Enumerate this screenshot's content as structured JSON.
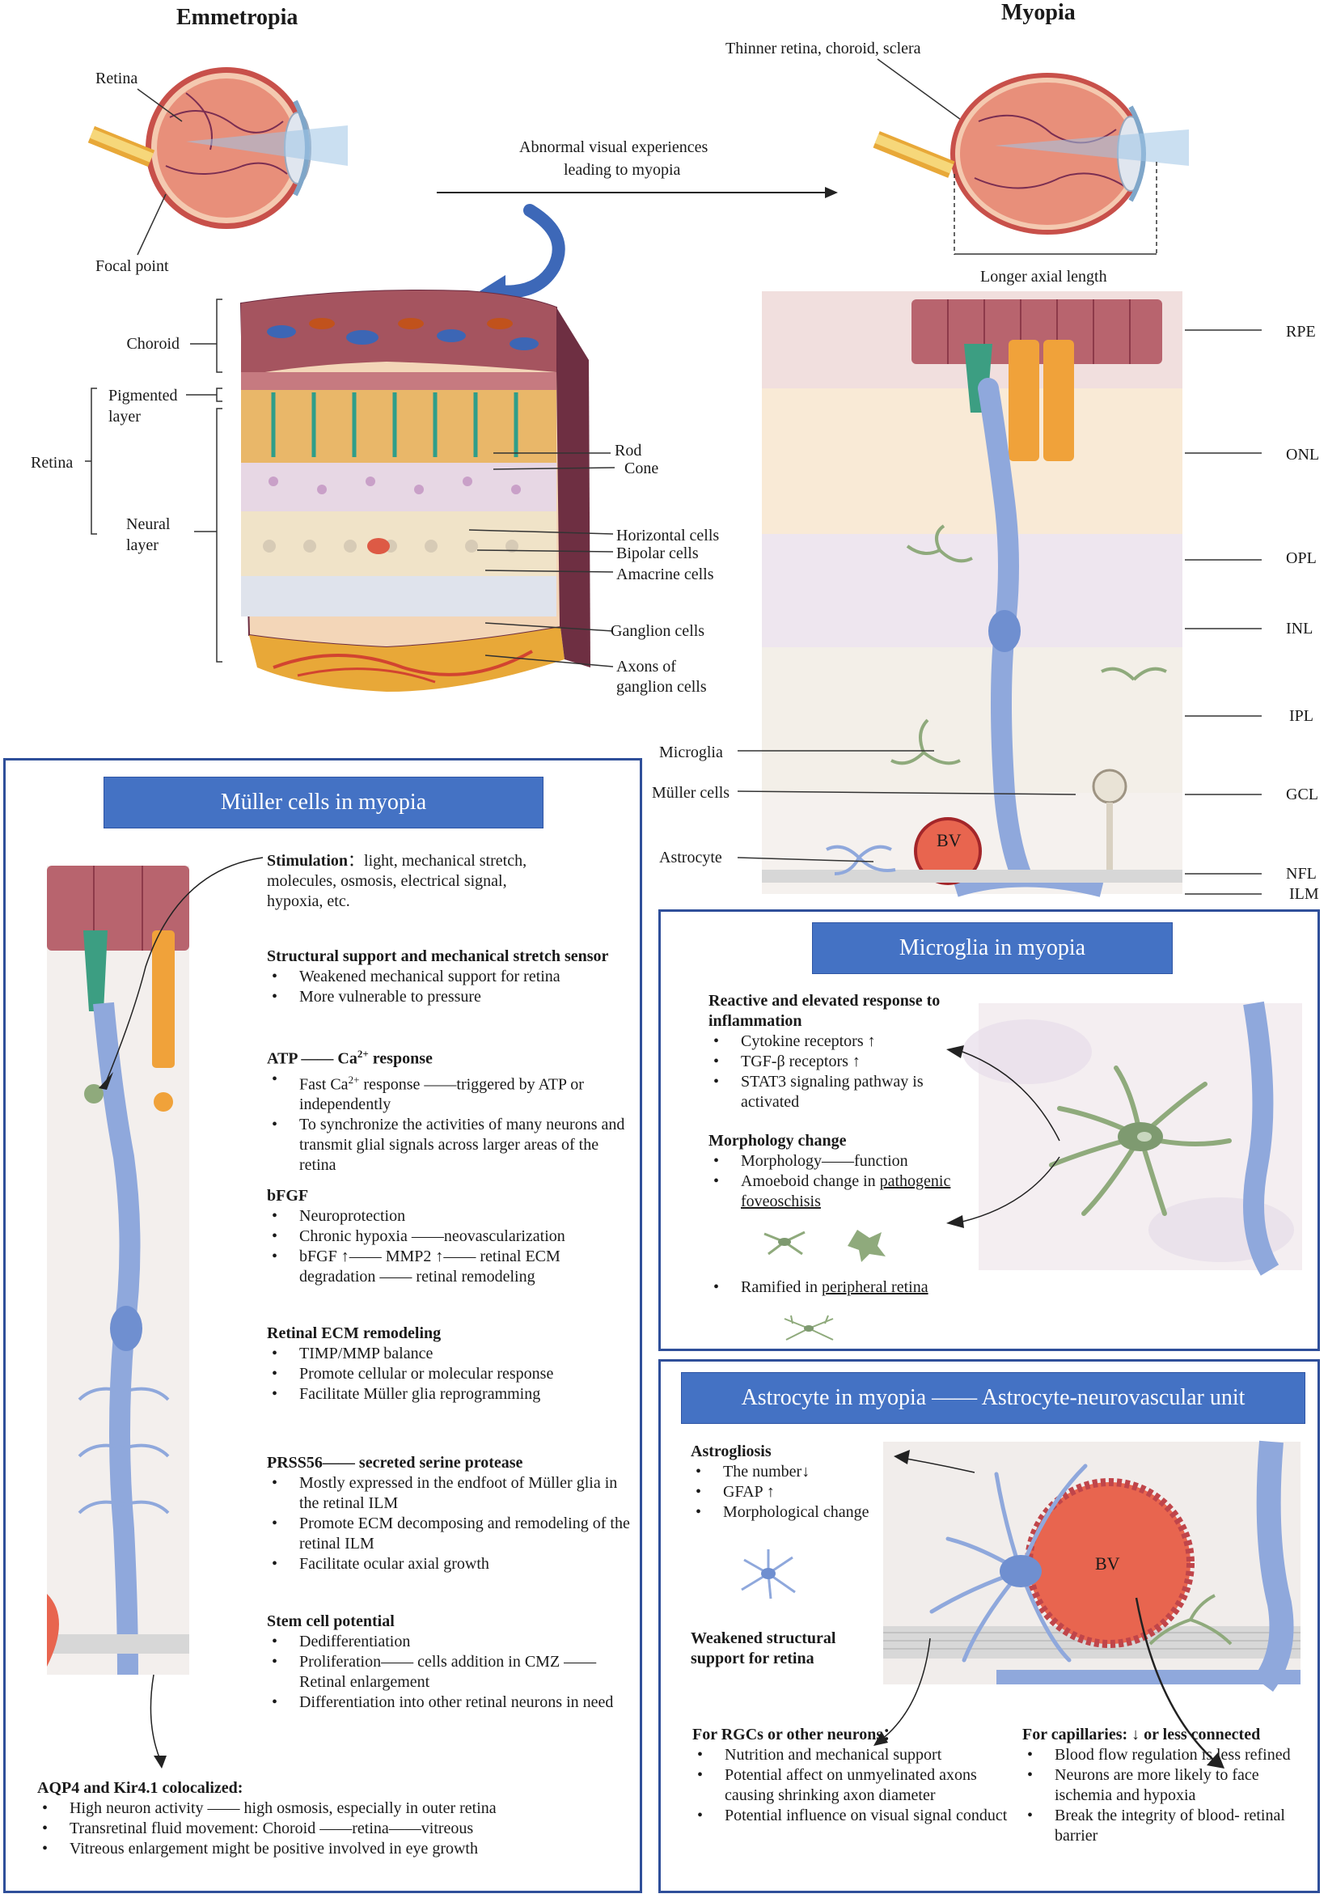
{
  "top": {
    "emmetropia_title": "Emmetropia",
    "myopia_title": "Myopia",
    "retina_label": "Retina",
    "focal_point_label": "Focal point",
    "arrow_caption_line1": "Abnormal visual experiences",
    "arrow_caption_line2": "leading to myopia",
    "thinner_label": "Thinner retina, choroid, sclera",
    "axial_label": "Longer axial length"
  },
  "retina_section": {
    "choroid": "Choroid",
    "pigmented_line1": "Pigmented",
    "pigmented_line2": "layer",
    "retina": "Retina",
    "neural_line1": "Neural",
    "neural_line2": "layer",
    "rod": "Rod",
    "cone": "Cone",
    "horizontal": "Horizontal cells",
    "bipolar": "Bipolar cells",
    "amacrine": "Amacrine cells",
    "ganglion": "Ganglion cells",
    "axons_line1": "Axons of",
    "axons_line2": "ganglion cells"
  },
  "layers": {
    "rpe": "RPE",
    "onl": "ONL",
    "opl": "OPL",
    "inl": "INL",
    "ipl": "IPL",
    "gcl": "GCL",
    "nfl": "NFL",
    "ilm": "ILM",
    "microglia": "Microglia",
    "muller": "Müller cells",
    "astrocyte": "Astrocyte",
    "bv": "BV"
  },
  "muller_panel": {
    "banner": "Müller cells in myopia",
    "stimulation_head": "Stimulation",
    "stimulation_text": "：light, mechanical stretch,",
    "stimulation_lines": [
      "molecules, osmosis, electrical signal,",
      "hypoxia, etc."
    ],
    "structural_head": "Structural support and mechanical stretch sensor",
    "structural_items": [
      "Weakened mechanical support for retina",
      "More vulnerable to pressure"
    ],
    "atp_head_a": "ATP —— Ca",
    "atp_head_sup": "2+",
    "atp_head_b": " response",
    "atp_item1_a": "Fast Ca",
    "atp_item1_sup": "2+",
    "atp_item1_b": " response ——triggered by ATP or independently",
    "atp_item2": "To synchronize the activities of many neurons and transmit glial signals across larger areas of the retina",
    "bfgf_head": "bFGF",
    "bfgf_items": [
      "Neuroprotection",
      "Chronic hypoxia ——neovascularization",
      "bFGF ↑—— MMP2 ↑—— retinal ECM degradation —— retinal remodeling"
    ],
    "ecm_head": "Retinal ECM remodeling",
    "ecm_items": [
      "TIMP/MMP balance",
      "Promote cellular or molecular response",
      "Facilitate Müller glia reprogramming"
    ],
    "prss_head": "PRSS56—— secreted serine protease",
    "prss_items": [
      "Mostly expressed in the endfoot of Müller glia in the retinal ILM",
      "Promote ECM decomposing and remodeling of the retinal ILM",
      "Facilitate ocular axial growth"
    ],
    "stem_head": "Stem cell potential",
    "stem_items": [
      "Dedifferentiation",
      "Proliferation—— cells addition in CMZ ——Retinal enlargement",
      "Differentiation into other retinal neurons in need"
    ],
    "aqp_head": "AQP4 and Kir4.1 colocalized:",
    "aqp_items": [
      "High neuron activity —— high osmosis, especially in outer retina",
      "Transretinal fluid movement: Choroid ——retina——vitreous",
      "Vitreous enlargement might be positive involved in eye growth"
    ]
  },
  "microglia_panel": {
    "banner": "Microglia in myopia",
    "reactive_head_line1": "Reactive and elevated response to",
    "reactive_head_line2": "inflammation",
    "reactive_items": [
      "Cytokine receptors ↑",
      "TGF-β receptors ↑",
      "STAT3 signaling pathway is activated"
    ],
    "morph_head": "Morphology change",
    "morph_item1": "Morphology——function",
    "morph_item2_a": "Amoeboid change in ",
    "morph_item2_u": "pathogenic foveoschisis",
    "ramified_a": "Ramified in ",
    "ramified_u": "peripheral retina"
  },
  "astro_panel": {
    "banner": "Astrocyte in myopia —— Astrocyte-neurovascular unit",
    "gliosis_head": "Astrogliosis",
    "gliosis_items": [
      "The number↓",
      "GFAP ↑",
      "Morphological change"
    ],
    "weak_line1": "Weakened structural",
    "weak_line2": "support for retina",
    "bv": "BV",
    "rgc_head": "For RGCs or other neurons：",
    "rgc_items": [
      "Nutrition and mechanical support",
      "Potential affect on unmyelinated axons causing shrinking axon diameter",
      "Potential influence on visual signal conduct"
    ],
    "cap_head": "For capillaries: ↓ or less connected",
    "cap_items": [
      "Blood flow regulation is less refined",
      "Neurons are more likely to face ischemia and hypoxia",
      "Break the integrity of blood- retinal barrier"
    ]
  },
  "colors": {
    "banner": "#4472c4",
    "panel_border": "#2f4f9a",
    "muller_cell": "#8fa8dc",
    "microglia": "#8faa7c",
    "vessel": "#e8654f",
    "rpe": "#b8646e"
  }
}
